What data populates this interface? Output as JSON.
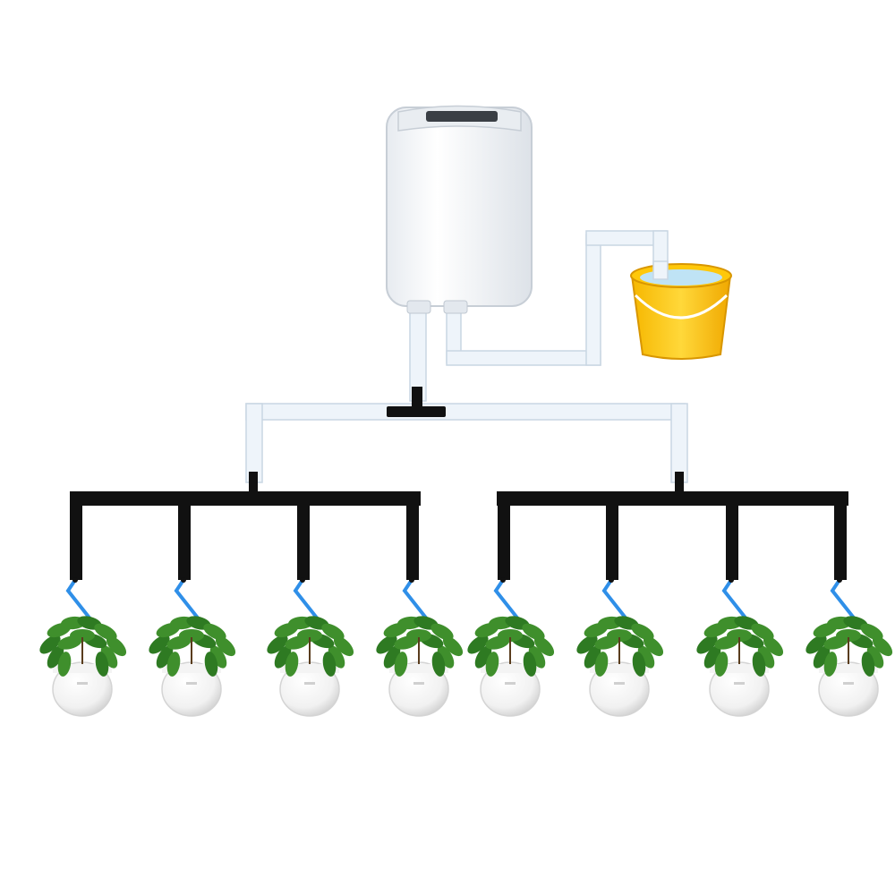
{
  "diagram": {
    "kind": "automatic drip irrigation system illustration",
    "components": {
      "controller": {
        "icon": "water-pump-controller-icon",
        "color": "#f4f6f9"
      },
      "water_source": {
        "icon": "yellow-bucket-icon",
        "color": "#ffd21c"
      },
      "supply_tubes": {
        "color": "#eef4fa"
      },
      "drip_tubes": {
        "color": "#111111"
      },
      "drippers": {
        "icon": "blue-dripper-icon",
        "color": "#2f8fe8",
        "count": 8
      },
      "plants": {
        "icon": "potted-plant-icon",
        "count": 8,
        "leaf_color": "#3f8f2c",
        "pot_color": "#f7f7f7"
      }
    },
    "branches": [
      {
        "side": "left",
        "outlets": 4
      },
      {
        "side": "right",
        "outlets": 4
      }
    ]
  }
}
